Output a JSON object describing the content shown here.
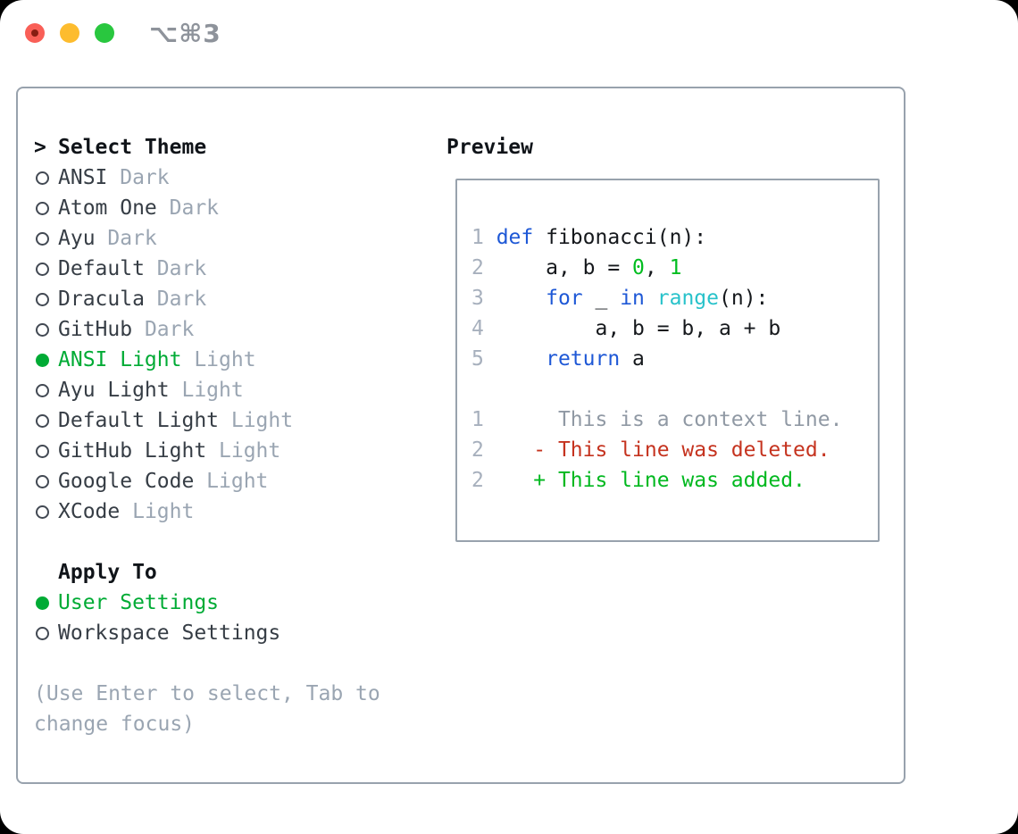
{
  "window": {
    "title": "⌥⌘3"
  },
  "theme_panel": {
    "header": {
      "marker": ">",
      "label": "Select Theme"
    },
    "items": [
      {
        "name": "ANSI",
        "variant": "Dark",
        "selected": false
      },
      {
        "name": "Atom One",
        "variant": "Dark",
        "selected": false
      },
      {
        "name": "Ayu",
        "variant": "Dark",
        "selected": false
      },
      {
        "name": "Default",
        "variant": "Dark",
        "selected": false
      },
      {
        "name": "Dracula",
        "variant": "Dark",
        "selected": false
      },
      {
        "name": "GitHub",
        "variant": "Dark",
        "selected": false
      },
      {
        "name": "ANSI Light",
        "variant": "Light",
        "selected": true
      },
      {
        "name": "Ayu Light",
        "variant": "Light",
        "selected": false
      },
      {
        "name": "Default Light",
        "variant": "Light",
        "selected": false
      },
      {
        "name": "GitHub Light",
        "variant": "Light",
        "selected": false
      },
      {
        "name": "Google Code",
        "variant": "Light",
        "selected": false
      },
      {
        "name": "XCode",
        "variant": "Light",
        "selected": false
      }
    ],
    "apply_to": {
      "label": "Apply To",
      "options": [
        {
          "label": "User Settings",
          "selected": true
        },
        {
          "label": "Workspace Settings",
          "selected": false
        }
      ]
    },
    "hint_lines": [
      "(Use Enter to select, Tab to",
      "change focus)"
    ]
  },
  "preview": {
    "label": "Preview",
    "code_lines": [
      [
        [
          "ln",
          "1 "
        ],
        [
          "kw",
          "def"
        ],
        [
          "pl",
          " fibonacci(n):"
        ]
      ],
      [
        [
          "ln",
          "2 "
        ],
        [
          "pl",
          "    a, b = "
        ],
        [
          "num",
          "0"
        ],
        [
          "pl",
          ", "
        ],
        [
          "num",
          "1"
        ]
      ],
      [
        [
          "ln",
          "3 "
        ],
        [
          "pl",
          "    "
        ],
        [
          "kw",
          "for"
        ],
        [
          "pl",
          " _ "
        ],
        [
          "kw",
          "in"
        ],
        [
          "pl",
          " "
        ],
        [
          "bi",
          "range"
        ],
        [
          "pl",
          "(n):"
        ]
      ],
      [
        [
          "ln",
          "4 "
        ],
        [
          "pl",
          "        a, b = b, a + b"
        ]
      ],
      [
        [
          "ln",
          "5 "
        ],
        [
          "pl",
          "    "
        ],
        [
          "kw",
          "return"
        ],
        [
          "pl",
          " a"
        ]
      ],
      [],
      [
        [
          "ln",
          "1 "
        ],
        [
          "ctx",
          "     This is a context line."
        ]
      ],
      [
        [
          "ln",
          "2 "
        ],
        [
          "pl",
          "   "
        ],
        [
          "del",
          "- This line was deleted."
        ]
      ],
      [
        [
          "ln",
          "2 "
        ],
        [
          "pl",
          "   "
        ],
        [
          "add",
          "+ This line was added."
        ]
      ]
    ]
  },
  "colors": {
    "accent_green": "#00ab35",
    "muted_gray": "#9aa5b2",
    "text_dark": "#363d45",
    "heading_black": "#101419",
    "panel_border": "#98a2ad",
    "line_number": "#a7b0bd",
    "keyword_blue": "#1e58d6",
    "builtin_cyan": "#28c2ca",
    "number_green": "#00bd1f",
    "context_gray": "#9099a4",
    "deleted_red": "#c5331f",
    "added_green": "#00b81f",
    "code_text": "#15181c",
    "title_gray": "#8e939b",
    "traffic_red": "#f95f57",
    "traffic_red_dot": "#871d12",
    "traffic_yellow": "#fdbc2e",
    "traffic_green": "#29c73f"
  }
}
